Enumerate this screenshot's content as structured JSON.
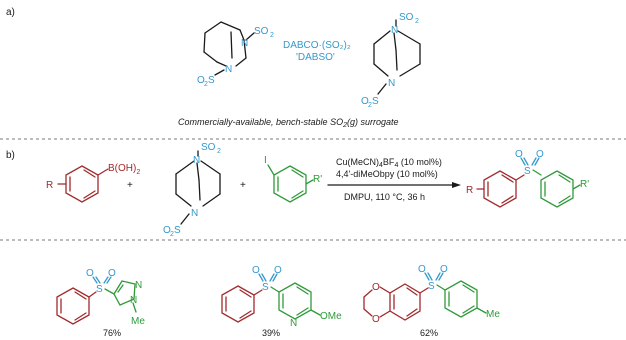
{
  "panel_a": {
    "label": "a)",
    "reagent_name_line1": "DABCO·(SO₂)₂",
    "reagent_name_line2": "'DABSO'",
    "caption_pre": "Commercially-available, bench-stable SO",
    "caption_sub": "2",
    "caption_post": "(g) surrogate",
    "atoms": {
      "N": "N",
      "SO2": "SO",
      "SO2_sub": "2",
      "O2S": "O",
      "O2S_S": "S",
      "O2S_sub": "2"
    }
  },
  "panel_b": {
    "label": "b)",
    "boronic_acid": "B(OH)",
    "boronic_acid_sub": "2",
    "substituent_R": "R",
    "substituent_Rp": "R'",
    "iodide": "I",
    "plus": "+",
    "cond1_pre": "Cu(MeCN)",
    "cond1_sub1": "4",
    "cond1_mid": "BF",
    "cond1_sub2": "4",
    "cond1_post": " (10 mol%)",
    "cond2": "4,4'-diMeObpy (10 mol%)",
    "cond3": "DMPU, 110 °C, 36 h",
    "sulfone_S": "S",
    "sulfone_O": "O"
  },
  "products": [
    {
      "yield": "76%",
      "labels": {
        "N1": "N",
        "N2": "N",
        "Me": "Me"
      }
    },
    {
      "yield": "39%",
      "labels": {
        "N": "N",
        "OMe": "OMe"
      }
    },
    {
      "yield": "62%",
      "labels": {
        "O1": "O",
        "O2": "O",
        "Me": "Me"
      }
    }
  ],
  "colors": {
    "red": "#a02a2c",
    "green": "#2f9a3a",
    "blue": "#3399cc",
    "bond": "#1a1a1a"
  }
}
